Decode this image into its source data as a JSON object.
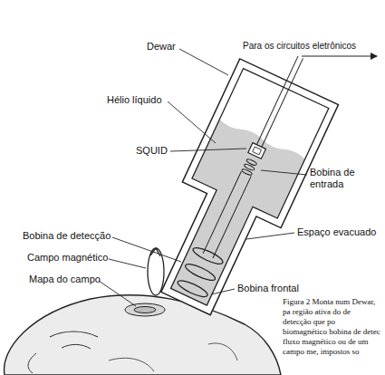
{
  "diagram": {
    "caption": "Figura 2 Monta num Dewar, pa região ativa do de detecção que po biomagnético bobina de detec fluxo magnético ou de um campo me, impostos so",
    "labels": [
      "Dewar",
      "Para os circuitos eletrônicos",
      "Hélio líquido",
      "SQUID",
      "Bobina de entrada",
      "Bobina de detecção",
      "Campo magnético",
      "Espaço evacuado",
      "Mapa do campo",
      "Bobina frontal"
    ]
  }
}
